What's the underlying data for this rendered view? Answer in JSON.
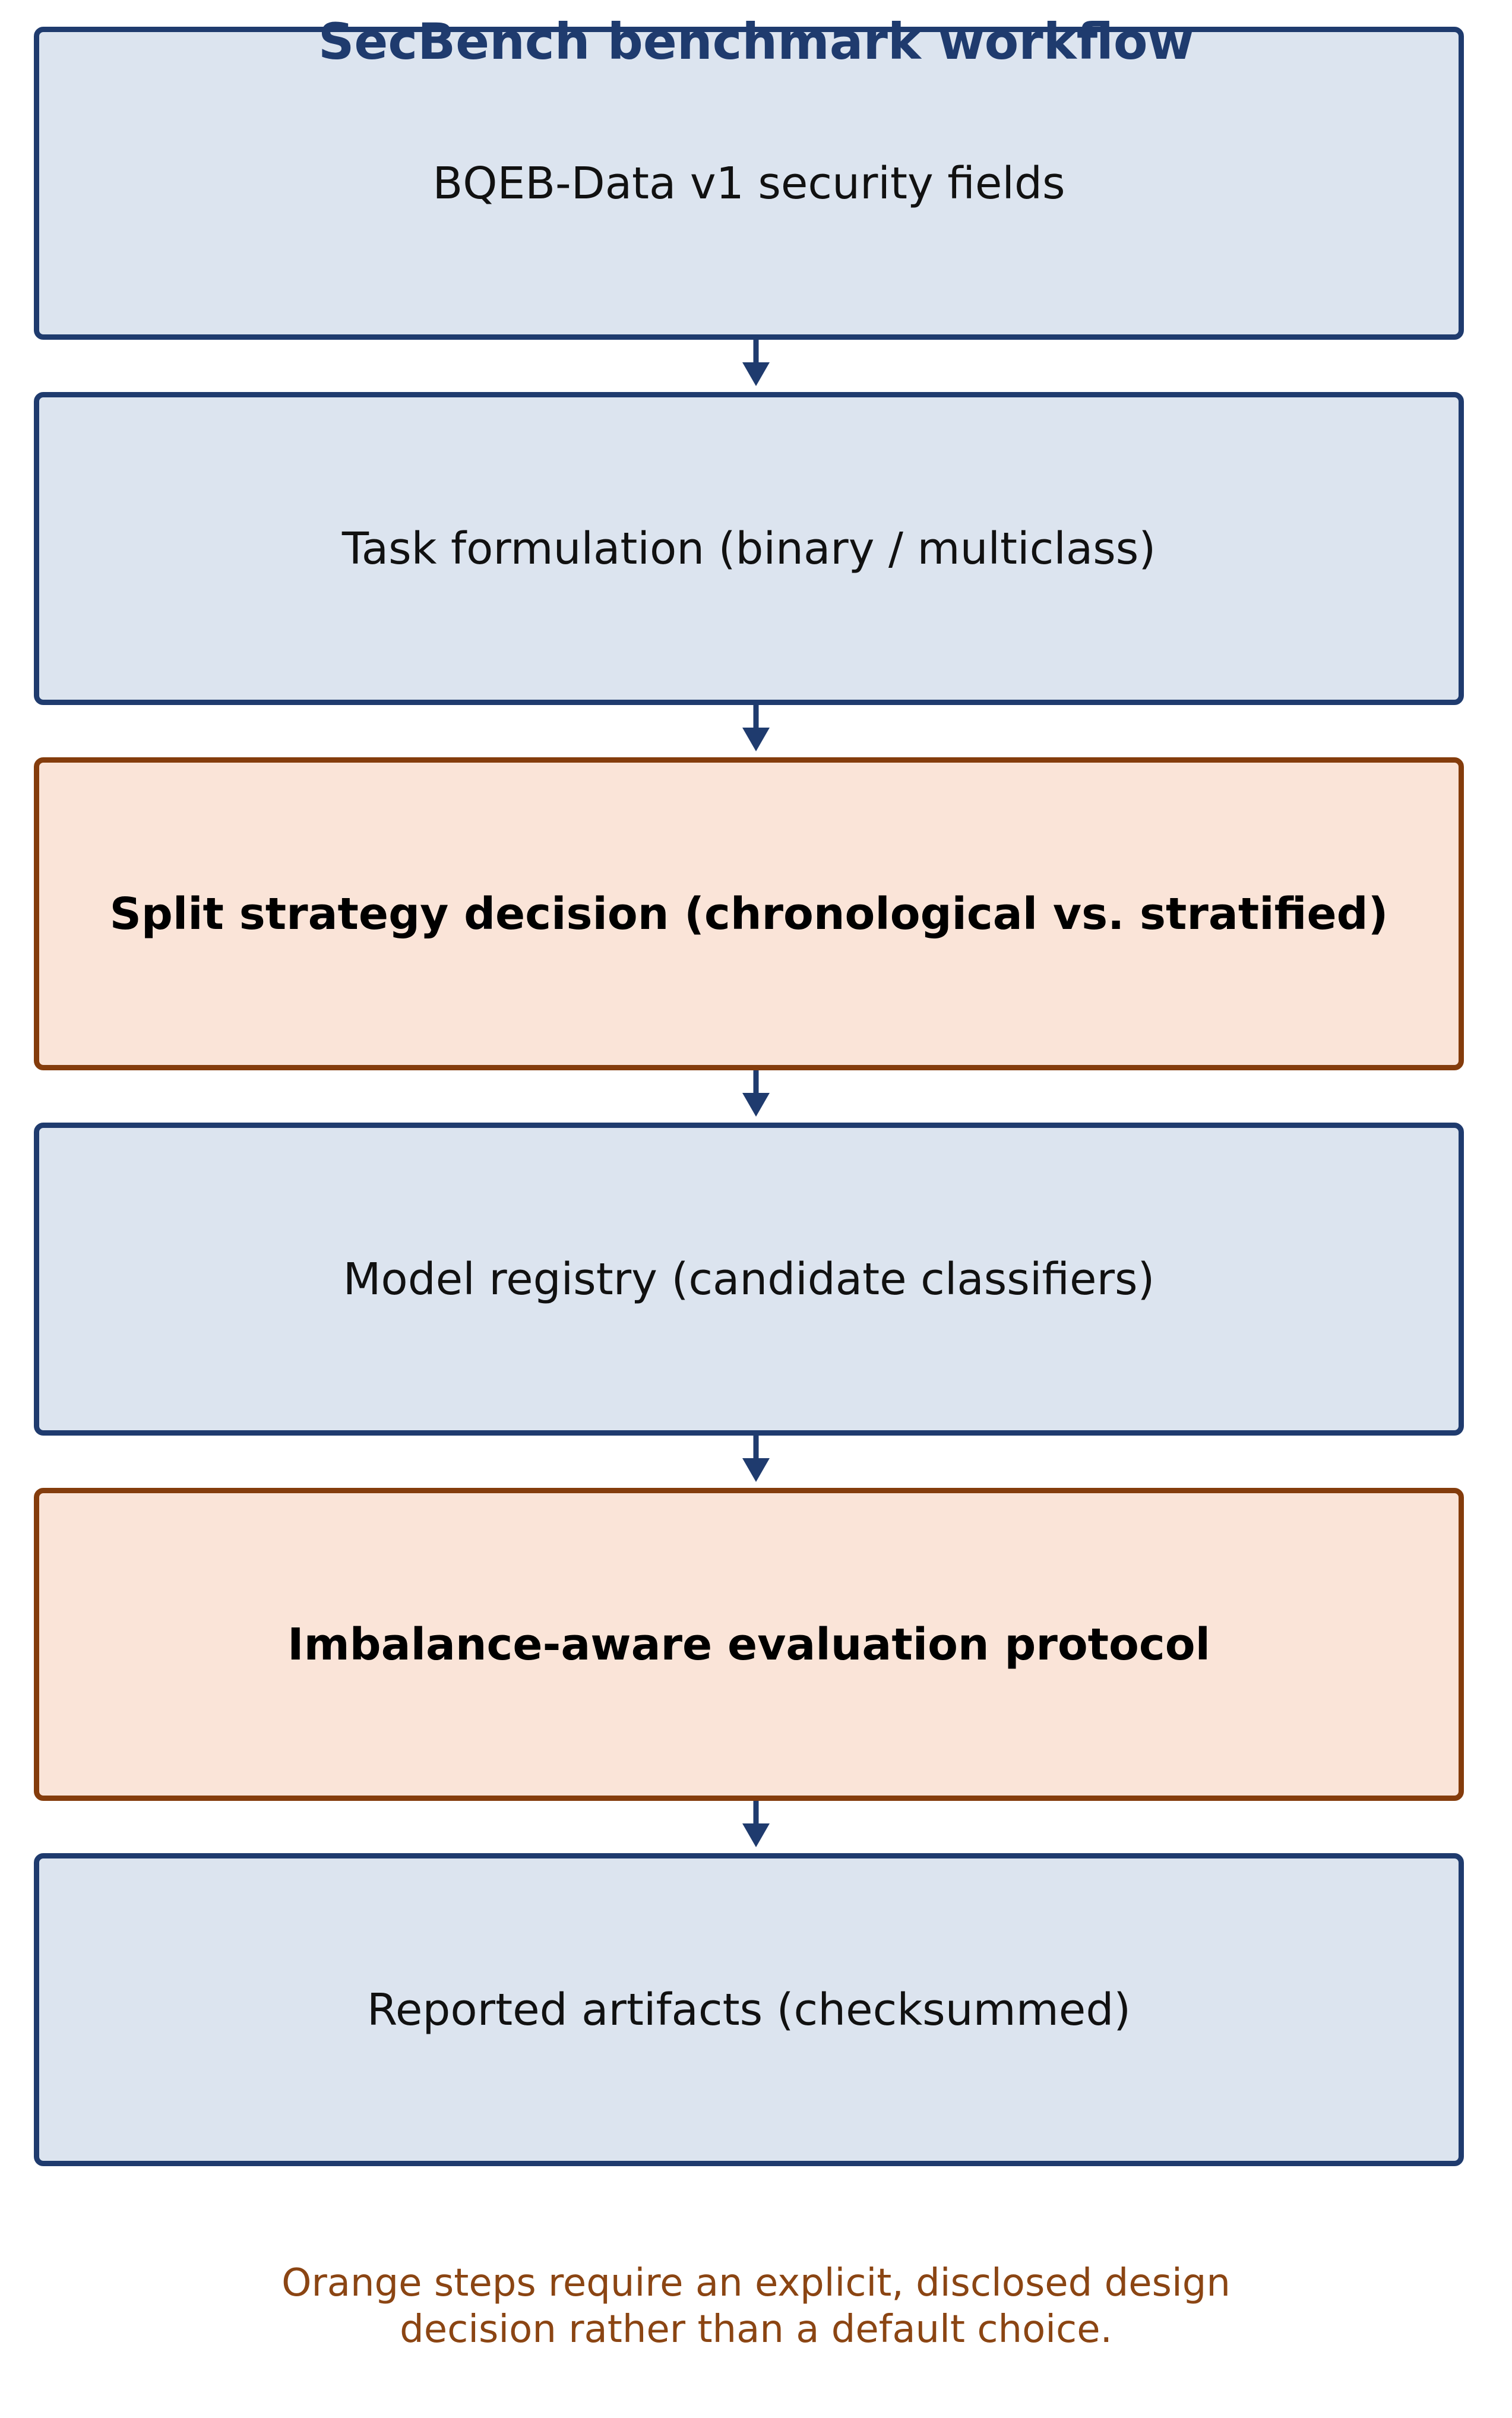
{
  "title": "SecBench benchmark workflow",
  "steps": [
    {
      "label": "BQEB-Data v1 security fields",
      "kind": "default"
    },
    {
      "label": "Task formulation (binary / multiclass)",
      "kind": "default"
    },
    {
      "label": "Split strategy decision (chronological vs. stratified)",
      "kind": "decision"
    },
    {
      "label": "Model registry (candidate classifiers)",
      "kind": "default"
    },
    {
      "label": "Imbalance-aware evaluation protocol",
      "kind": "decision"
    },
    {
      "label": "Reported artifacts (checksummed)",
      "kind": "default"
    }
  ],
  "caption": {
    "line1": "Orange steps require an explicit, disclosed design",
    "line2": "decision rather than a default choice."
  },
  "colors": {
    "default_fill": "#dce4ef",
    "default_border": "#1f3b6e",
    "decision_fill": "#fae4d8",
    "decision_border": "#843c0c",
    "arrow": "#1f3b6e",
    "caption_text": "#8b4513"
  }
}
